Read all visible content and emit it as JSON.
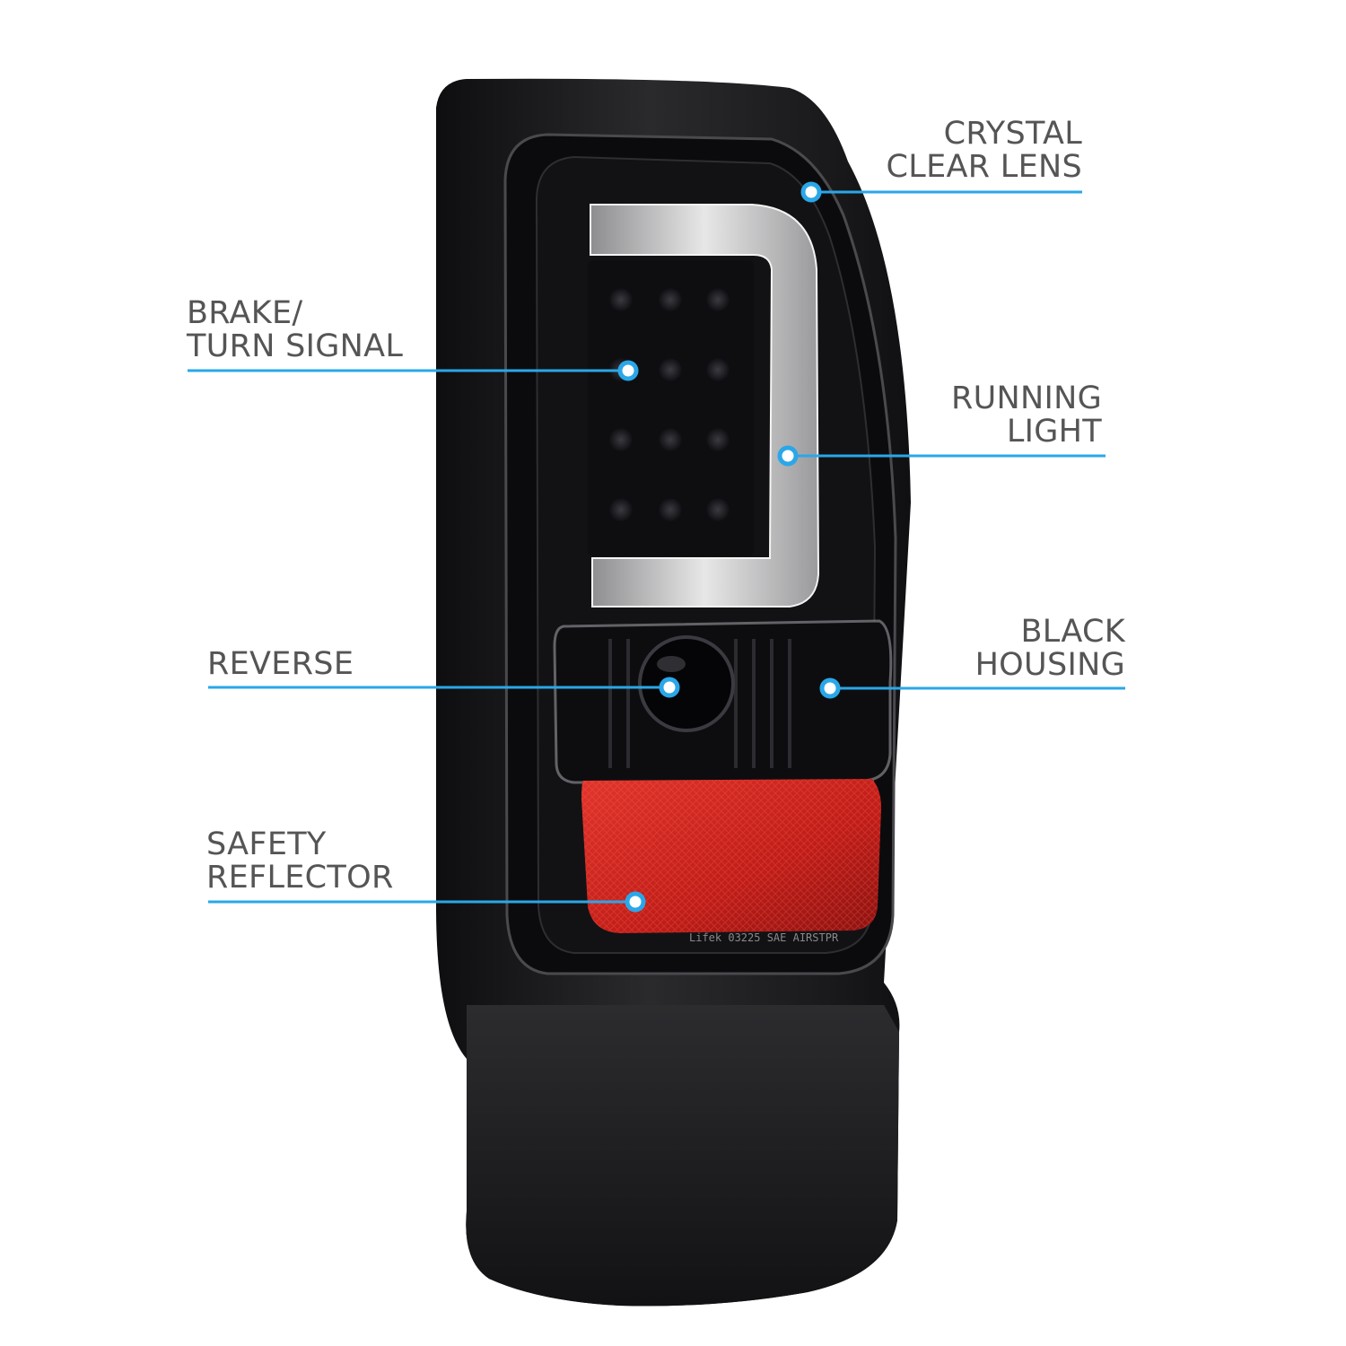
{
  "callouts": {
    "crystal_clear_lens": {
      "lines": [
        "CRYSTAL",
        "CLEAR LENS"
      ]
    },
    "brake_turn_signal": {
      "lines": [
        "BRAKE/",
        "TURN SIGNAL"
      ]
    },
    "running_light": {
      "lines": [
        "RUNNING",
        "LIGHT"
      ]
    },
    "reverse": {
      "lines": [
        "REVERSE"
      ]
    },
    "black_housing": {
      "lines": [
        "BLACK",
        "HOUSING"
      ]
    },
    "safety_reflector": {
      "lines": [
        "SAFETY",
        "REFLECTOR"
      ]
    }
  },
  "lens_stamp": "Lifek   03225  SAE AIRSTPR",
  "colors": {
    "callout_line": "#2aa7e8",
    "callout_dot_ring": "#2aa7e8",
    "label_text": "#555555",
    "housing": "#1c1c1e",
    "reflector": "#c8221c",
    "light_bar": "#c9c9c9"
  },
  "icons": {
    "callout_marker": "dot-marker-icon"
  }
}
